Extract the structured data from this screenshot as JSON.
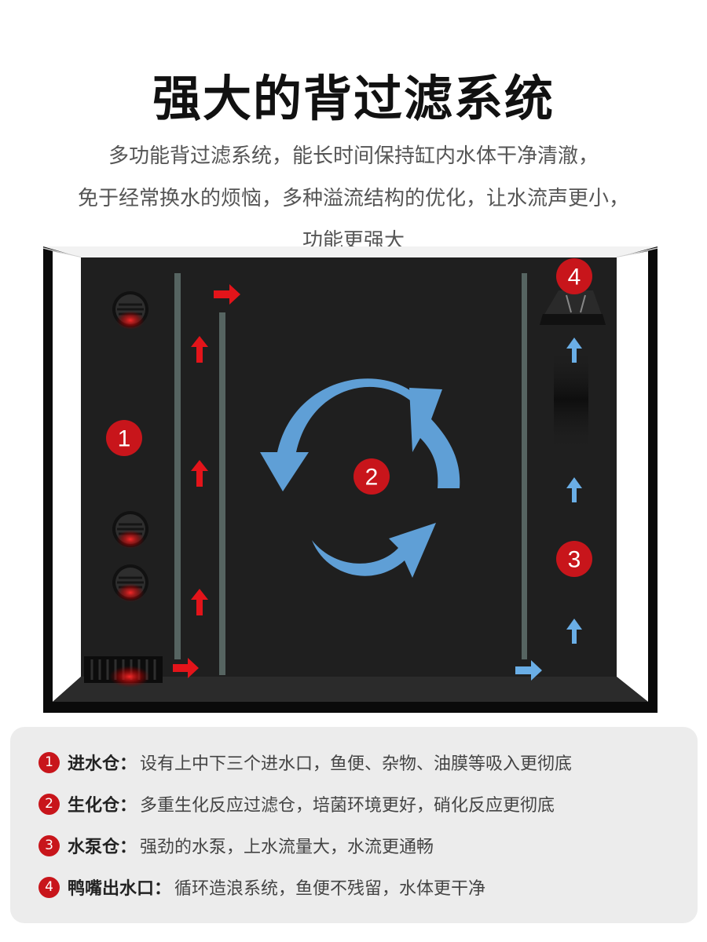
{
  "header": {
    "title": "强大的背过滤系统",
    "subtitle_lines": [
      "多功能背过滤系统，能长时间保持缸内水体干净清澈，",
      "免于经常换水的烦恼，多种溢流结构的优化，让水流声更小，",
      "功能更强大"
    ]
  },
  "diagram": {
    "markers": [
      "1",
      "2",
      "3",
      "4"
    ],
    "colors": {
      "tank_bg": "#1f1f1f",
      "glass_frame": "#0a0a0a",
      "divider": "#566461",
      "red_arrow": "#e3141a",
      "blue_arrow": "#6aaee6",
      "marker_red": "#c8151b"
    }
  },
  "legend": {
    "items": [
      {
        "number": "1",
        "name": "进水仓",
        "colon": "：",
        "desc": "设有上中下三个进水口，鱼便、杂物、油膜等吸入更彻底"
      },
      {
        "number": "2",
        "name": "生化仓",
        "colon": "：",
        "desc": "多重生化反应过滤仓，培菌环境更好，硝化反应更彻底"
      },
      {
        "number": "3",
        "name": "水泵仓",
        "colon": "：",
        "desc": "强劲的水泵，上水流量大，水流更通畅"
      },
      {
        "number": "4",
        "name": "鸭嘴出水口",
        "colon": "：",
        "desc": "循环造浪系统，鱼便不残留，水体更干净"
      }
    ]
  }
}
